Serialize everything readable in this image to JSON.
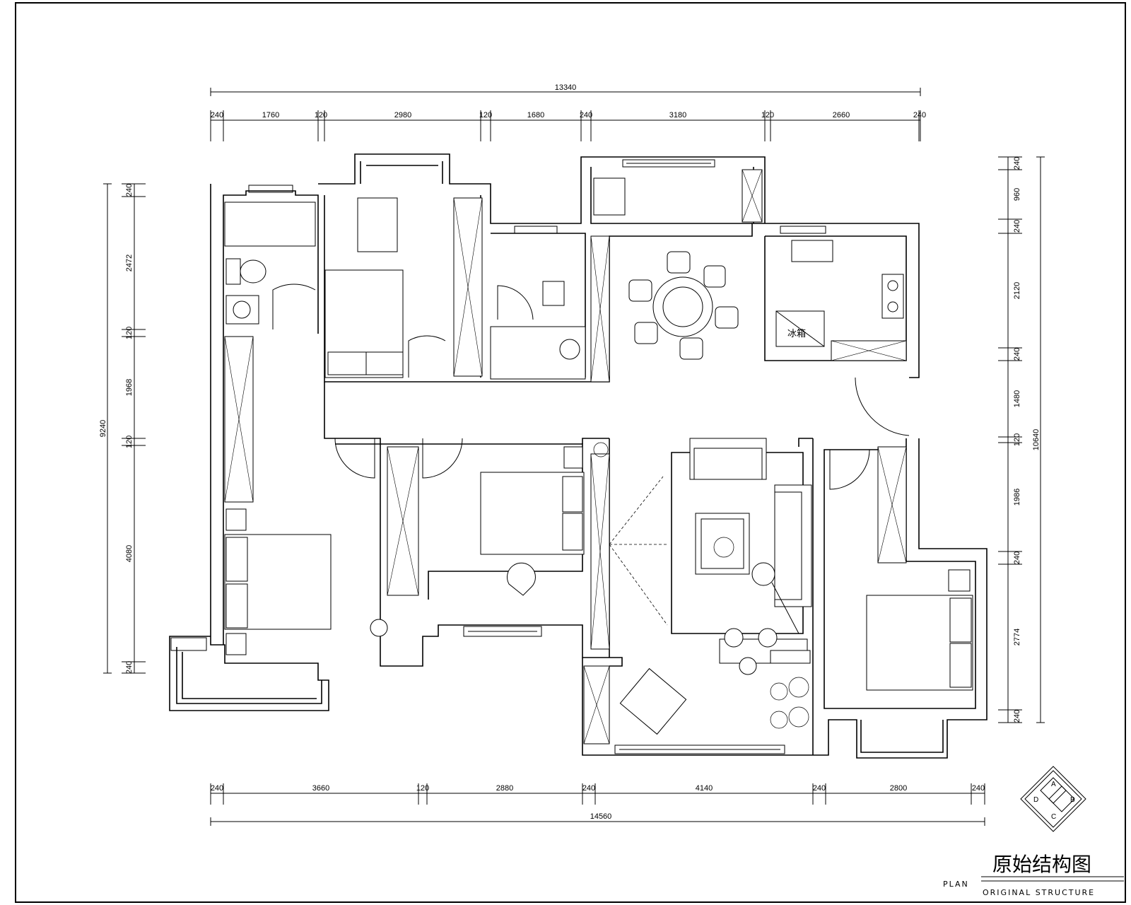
{
  "title": {
    "cn": "原始结构图",
    "plan": "PLAN",
    "en": "ORIGINAL STRUCTURE"
  },
  "compass": {
    "a": "A",
    "b": "B",
    "c": "C",
    "d": "D"
  },
  "labels": {
    "fridge": "冰箱"
  },
  "dimensions": {
    "top_total": "13340",
    "top": [
      "240",
      "1760",
      "120",
      "2980",
      "120",
      "1680",
      "240",
      "3180",
      "120",
      "2660",
      "240"
    ],
    "bottom_total": "14560",
    "bottom": [
      "240",
      "3660",
      "120",
      "2880",
      "240",
      "4140",
      "240",
      "2800",
      "240"
    ],
    "left_total": "9240",
    "left": [
      "240",
      "2472",
      "120",
      "1968",
      "120",
      "4080",
      "240"
    ],
    "right_total": "10640",
    "right": [
      "240",
      "960",
      "240",
      "2120",
      "240",
      "1480",
      "120",
      "1986",
      "240",
      "2774",
      "240"
    ]
  }
}
